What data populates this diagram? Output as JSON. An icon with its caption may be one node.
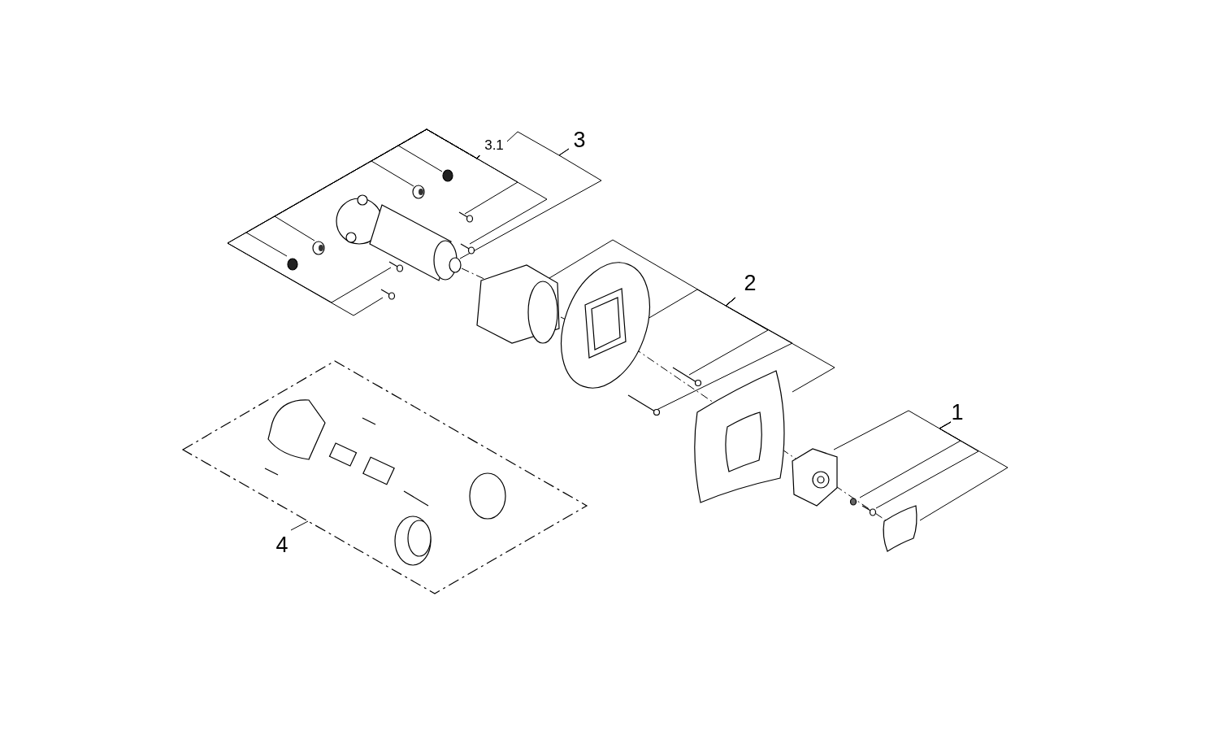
{
  "diagram": {
    "nodes": [
      {
        "text": [
          "3"
        ]
      },
      {
        "text": [
          "3.1"
        ]
      },
      {
        "text": [
          "2"
        ]
      },
      {
        "text": [
          "1"
        ]
      },
      {
        "text": [
          "4"
        ]
      },
      {
        "text": [],
        "shape": "picture"
      },
      {
        "text": [],
        "shape": "circle"
      },
      {
        "text": [],
        "shape": "picture"
      },
      {
        "text": [],
        "shape": "circle"
      },
      {
        "text": [],
        "shape": "picture"
      },
      {
        "text": [],
        "shape": "picture"
      },
      {
        "text": [],
        "shape": "picture"
      },
      {
        "text": [],
        "shape": "picture"
      },
      {
        "text": [],
        "shape": "picture"
      },
      {
        "text": [],
        "shape": "picture"
      },
      {
        "text": [],
        "shape": "picture"
      },
      {
        "text": [],
        "shape": "picture"
      },
      {
        "text": [],
        "shape": "picture"
      },
      {
        "text": [],
        "shape": "picture"
      },
      {
        "text": [],
        "shape": "picture"
      },
      {
        "text": [],
        "shape": "circle"
      },
      {
        "text": [],
        "shape": "picture"
      },
      {
        "text": [],
        "shape": "picture"
      },
      {
        "text": [],
        "shape": "box"
      }
    ],
    "edges": [
      {
        "from": 0,
        "to": 1,
        "arrow": "none"
      },
      {
        "from": 0,
        "to": 5,
        "arrow": "none"
      },
      {
        "from": 1,
        "to": 6,
        "arrow": "none"
      },
      {
        "from": 1,
        "to": 7,
        "arrow": "none"
      },
      {
        "from": 1,
        "to": 8,
        "arrow": "none"
      },
      {
        "from": 1,
        "to": 9,
        "arrow": "none"
      },
      {
        "from": 1,
        "to": 10,
        "arrow": "none"
      },
      {
        "from": 1,
        "to": 11,
        "arrow": "none"
      },
      {
        "from": 1,
        "to": 12,
        "arrow": "none"
      },
      {
        "from": 1,
        "to": 13,
        "arrow": "none"
      },
      {
        "from": 2,
        "to": 14,
        "arrow": "none"
      },
      {
        "from": 2,
        "to": 15,
        "arrow": "none"
      },
      {
        "from": 2,
        "to": 16,
        "arrow": "none"
      },
      {
        "from": 2,
        "to": 17,
        "arrow": "none"
      },
      {
        "from": 2,
        "to": 18,
        "arrow": "none"
      },
      {
        "from": 3,
        "to": 19,
        "arrow": "none"
      },
      {
        "from": 3,
        "to": 20,
        "arrow": "none"
      },
      {
        "from": 3,
        "to": 21,
        "arrow": "none"
      },
      {
        "from": 3,
        "to": 22,
        "arrow": "none"
      },
      {
        "from": 4,
        "to": 23,
        "arrow": "none"
      }
    ]
  }
}
